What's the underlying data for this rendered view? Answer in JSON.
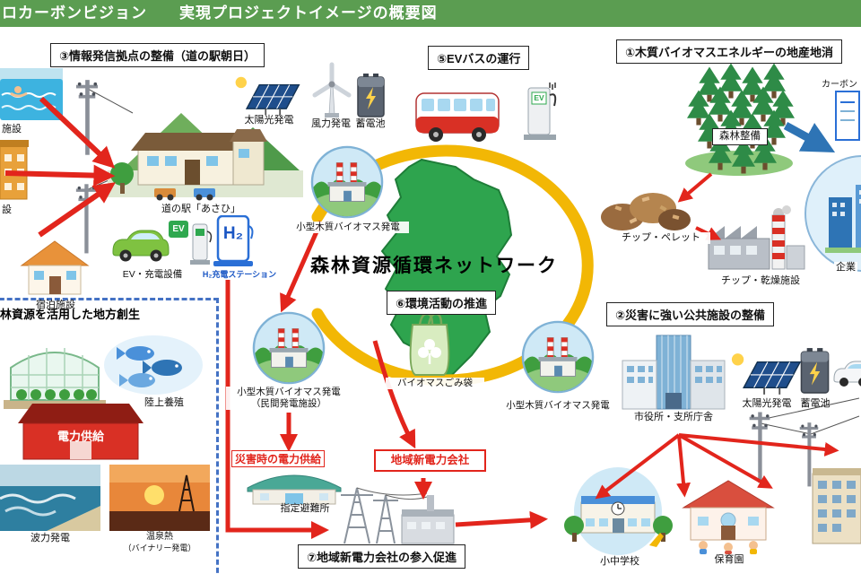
{
  "header": {
    "title": "ロカーボンビジョン　　実現プロジェクトイメージの概要図"
  },
  "network": {
    "label": "森林資源循環ネットワーク"
  },
  "sections": {
    "info_hub": "③情報発信拠点の整備（道の駅朝日）",
    "ev_bus": "⑤EVバスの運行",
    "biomass_local": "①木質バイオマスエネルギーの地産地消",
    "eco_activity": "⑥環境活動の推進",
    "disaster_facility": "②災害に強い公共施設の整備",
    "new_power_entry": "⑦地域新電力会社の参入促進",
    "regional_dev": "林資源を活用した地方創生"
  },
  "labels": {
    "facility_a": "施設",
    "facility_b": "設",
    "solar_left": "太陽光発電",
    "wind": "風力発電",
    "battery_left": "蓄電池",
    "road_station": "道の駅「あさひ」",
    "ev_charge": "EV・充電設備",
    "h2_station": "H₂充電ステーション",
    "lodging": "宿泊施設",
    "biomass_top": "小型木質バイオマス発電",
    "biomass_left_1": "小型木質バイオマス発電",
    "biomass_left_2": "（民間発電施設）",
    "biomass_right": "小型木質バイオマス発電",
    "forest_mgmt": "森林整備",
    "chips": "チップ・ペレット",
    "chip_dry": "チップ・乾燥施設",
    "company": "企業",
    "carbon": "カーボン",
    "biomass_bag": "バイオマスごみ袋",
    "disaster_power": "災害時の電力供給",
    "shelter": "指定避難所",
    "new_power_co": "地域新電力会社",
    "aquaculture": "陸上養殖",
    "power_supply": "電力供給",
    "wave_power": "波力発電",
    "onsen_1": "温泉熱",
    "onsen_2": "（バイナリー発電）",
    "city_hall": "市役所・支所庁舎",
    "solar_right": "太陽光発電",
    "battery_right": "蓄電池",
    "school": "小中学校",
    "nursery": "保育園"
  },
  "icons": {
    "ev_badge": "EV",
    "ev_screen": "EV",
    "h2": "H₂"
  },
  "colors": {
    "header_green": "#5b9d51",
    "arrow_red": "#e2251c",
    "ring_yellow": "#f2b705",
    "arrow_blue": "#2e74b5",
    "map_green": "#2ea44e",
    "dashed_box_blue": "#4472c4"
  }
}
